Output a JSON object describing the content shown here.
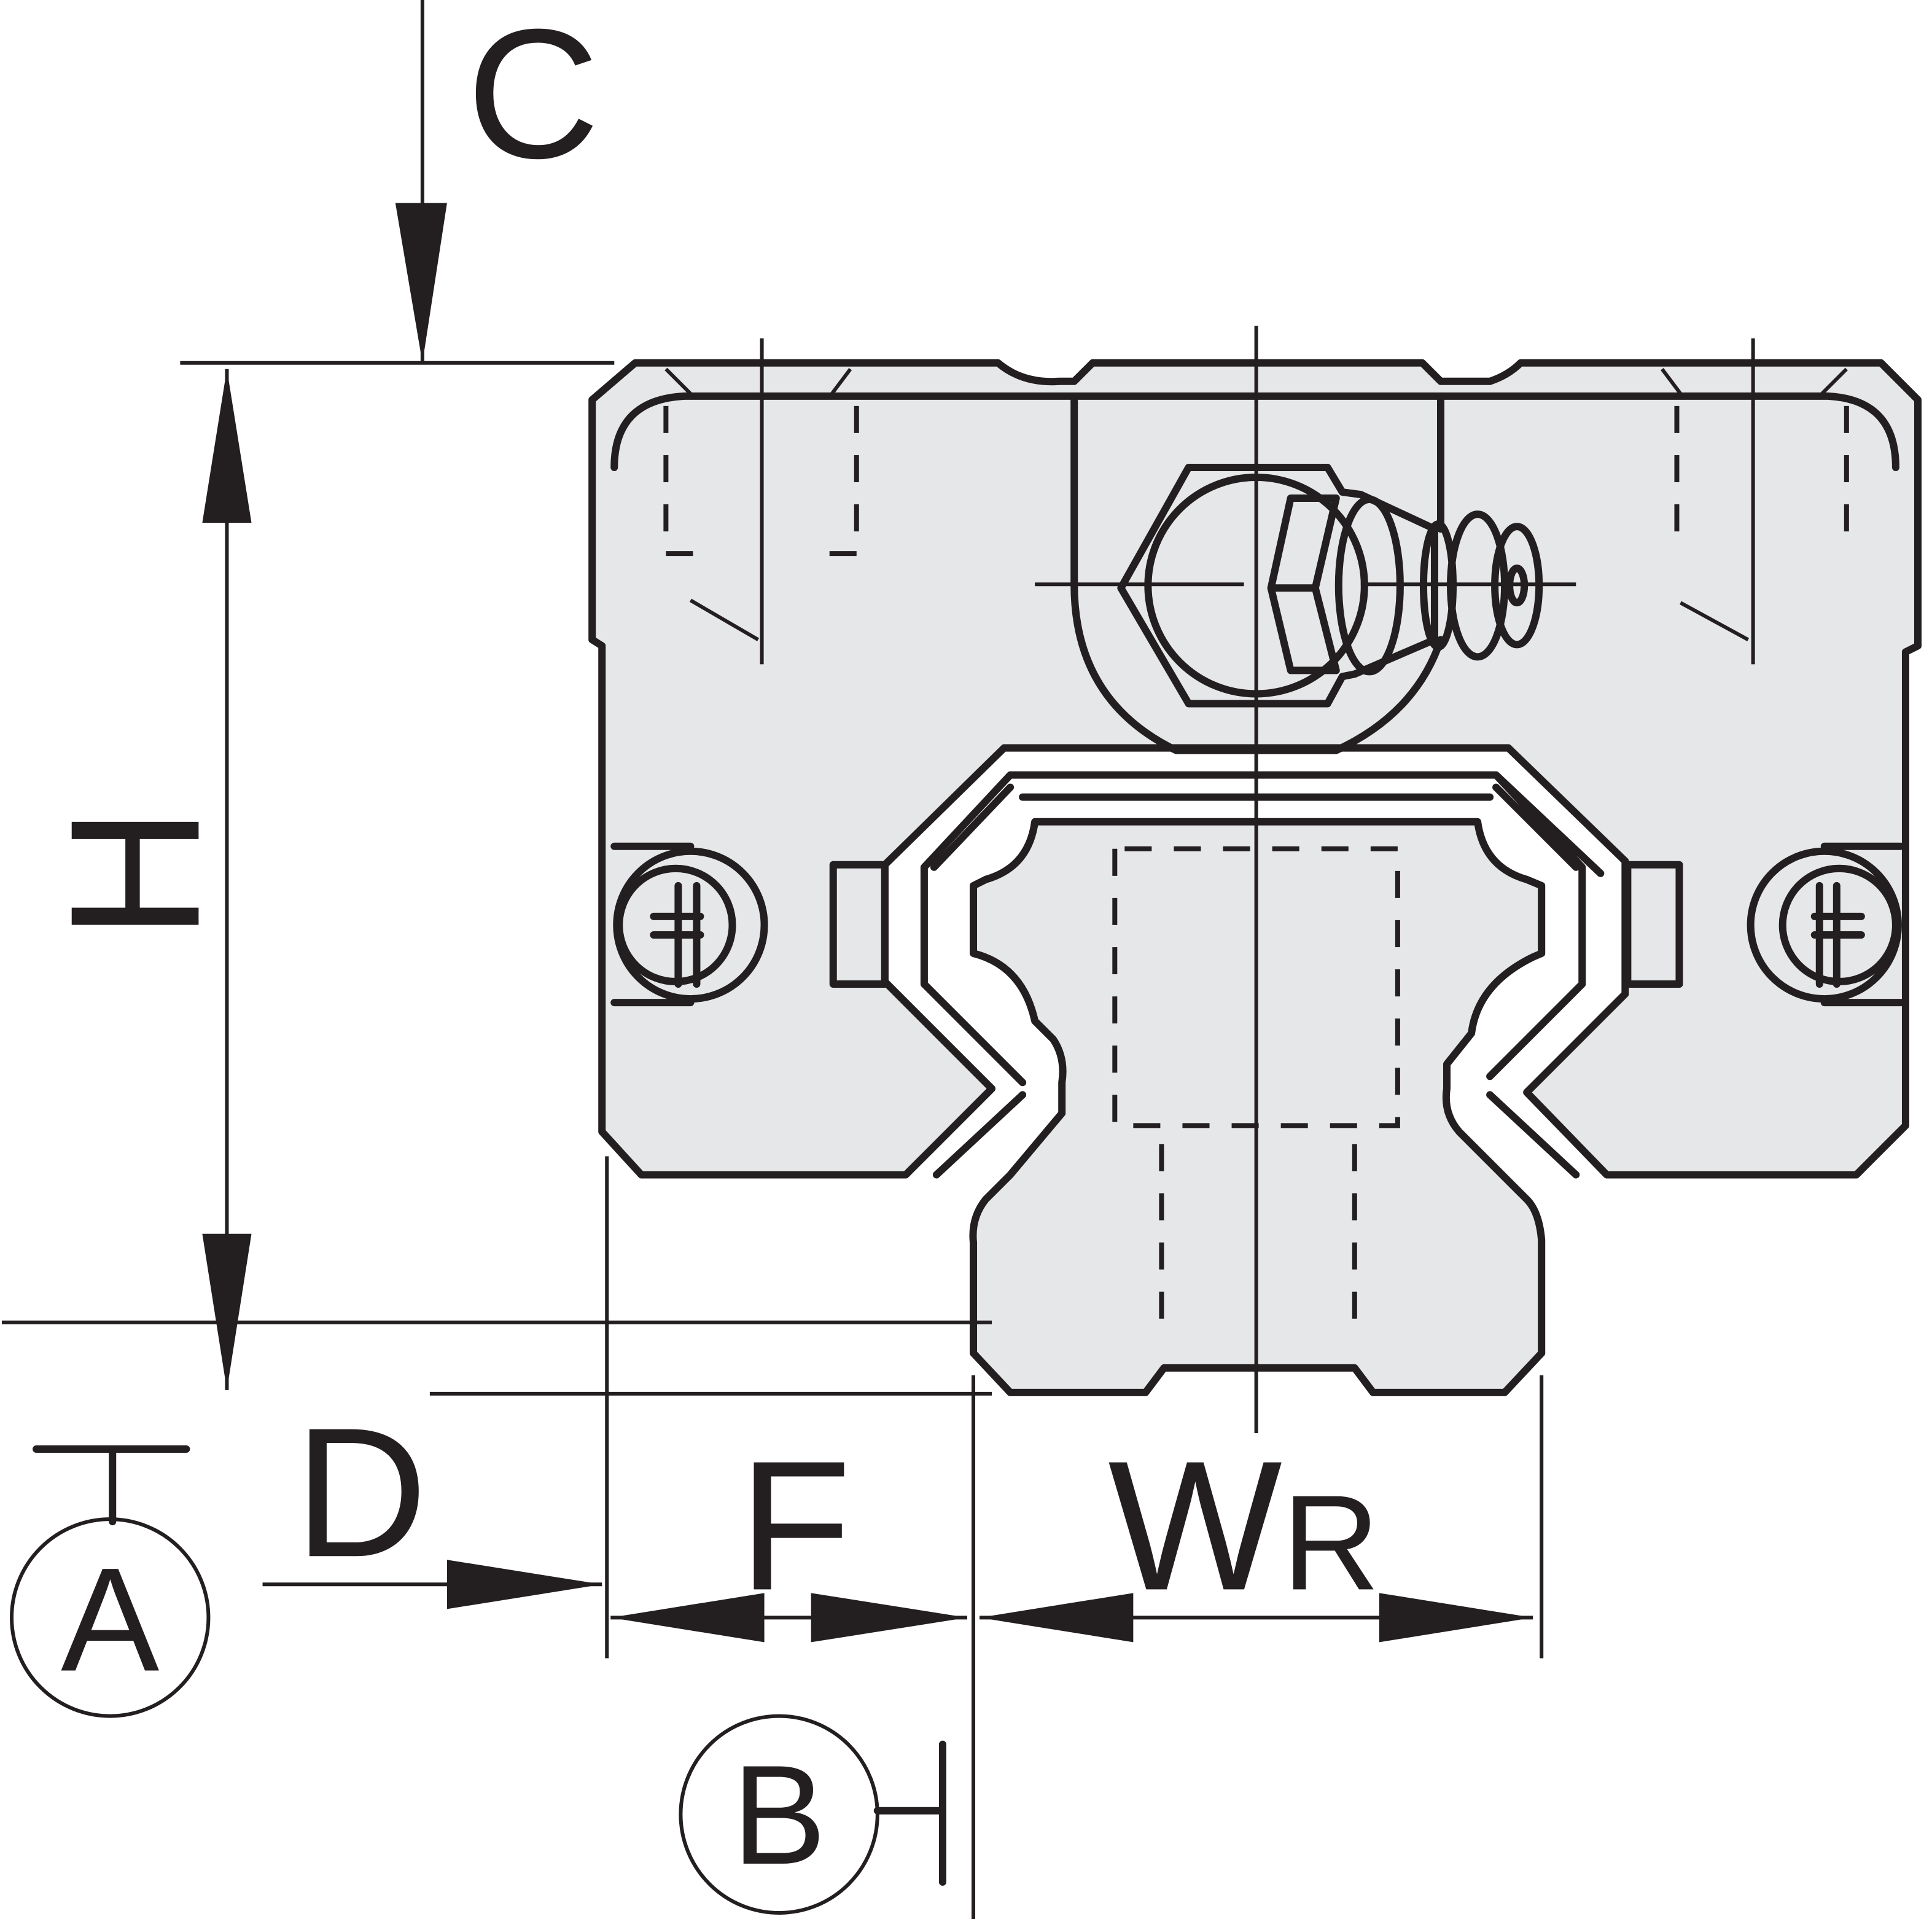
{
  "labels": {
    "c": "C",
    "h": "H",
    "d": "D",
    "f": "F",
    "wr_main": "W",
    "wr_sub": "R",
    "datum_a": "A",
    "datum_b": "B"
  },
  "colors": {
    "fill": "#e6e7e9",
    "line": "#231f20"
  }
}
